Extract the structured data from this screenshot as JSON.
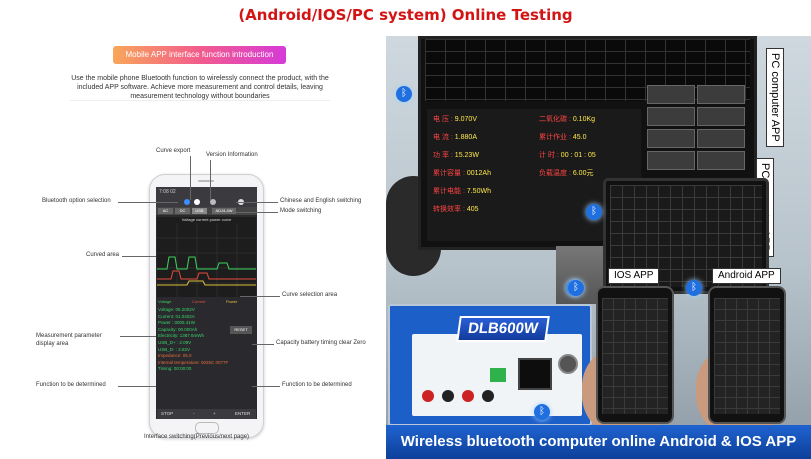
{
  "title": "(Android/IOS/PC system) Online Testing",
  "left": {
    "banner": "Mobile APP interface function introduction",
    "intro": "Use the mobile phone Bluetooth function to wirelessly connect the product, with the included APP software. Achieve more measurement and control details, leaving measurement technology without boundaries",
    "phone": {
      "status_time": "7:08 02",
      "tabs": [
        "AC",
        "DC",
        "USB",
        "ADJ4-4W"
      ],
      "curve_title": "Voltage current power curve",
      "legend": [
        "Voltage",
        "Current",
        "Power"
      ],
      "params": [
        {
          "text": "Voltage: 05.2002V",
          "color": "green"
        },
        {
          "text": "Current: 01.0402A",
          "color": "green"
        },
        {
          "text": "Power : 0005.41W",
          "color": "green"
        },
        {
          "text": "Capacity: 00.000Ah",
          "color": "green"
        },
        {
          "text": "Electricity: 1387.6mWh",
          "color": "green"
        },
        {
          "text": "USB_D+ : 2.09V",
          "color": "green"
        },
        {
          "text": "USB_D- : 2.82V",
          "color": "green"
        },
        {
          "text": "Impedance: 05.0",
          "color": "orange"
        },
        {
          "text": "Internal temperature: 0025C 0077F",
          "color": "orange"
        },
        {
          "text": "Timing: 00:00:00",
          "color": "green"
        }
      ],
      "reset_label": "RESET",
      "softkeys": [
        "STOP",
        "-",
        "+",
        "ENTER"
      ]
    },
    "callouts": {
      "curve_export": "Curve export",
      "version": "Version Information",
      "bluetooth": "Bluetooth option selection",
      "language": "Chinese and English switching",
      "mode": "Mode switching",
      "curved_area": "Curved area",
      "curve_selection": "Curve selection area",
      "measurement": "Measurement parameter\ndisplay area",
      "capacity": "Capacity battery timing clear Zero",
      "func_left": "Function to be determined",
      "func_right": "Function to be determined",
      "interface": "Interface switching(Previous/next page)"
    }
  },
  "right": {
    "monitor_readings": [
      {
        "k": "电 压 :",
        "v": "9.070V"
      },
      {
        "k": "电 流 :",
        "v": "1.880A"
      },
      {
        "k": "功 率 :",
        "v": "15.23W"
      },
      {
        "k": "累计容量 :",
        "v": "0012Ah"
      },
      {
        "k": "累计电能 :",
        "v": "7.50Wh"
      },
      {
        "k": "转换效率 :",
        "v": "405"
      }
    ],
    "monitor_readings_right": [
      {
        "k": "二氧化碳 :",
        "v": "0.10Kg"
      },
      {
        "k": "累计作业 :",
        "v": "45.0"
      },
      {
        "k": "计 时 :",
        "v": "00 : 01 : 05"
      },
      {
        "k": "负载温度 :",
        "v": "6.00元"
      }
    ],
    "device_label": "DLB600W",
    "tags": {
      "pc_app_1": "PC computer APP",
      "pc_app_2": "PC computer APP",
      "ios": "IOS APP",
      "android": "Android APP"
    },
    "bottom_banner": "Wireless bluetooth computer online Android & IOS APP",
    "bluetooth_symbol": "ᛒ"
  }
}
